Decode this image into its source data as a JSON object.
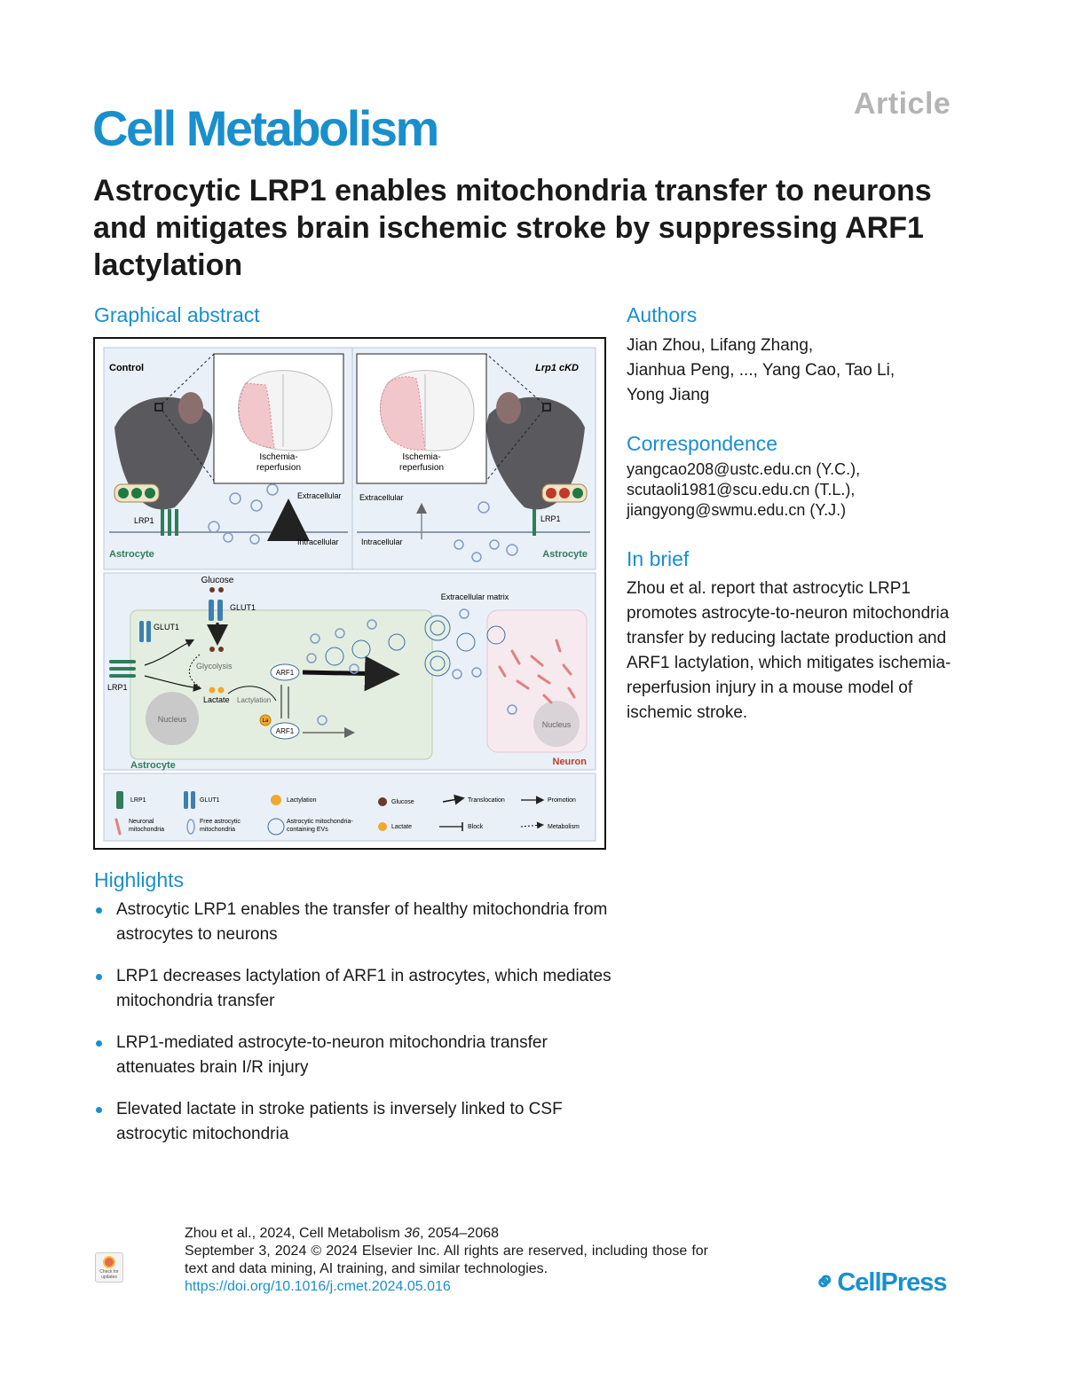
{
  "header": {
    "article_label": "Article",
    "journal": "Cell Metabolism",
    "title": "Astrocytic LRP1 enables mitochondria transfer to neurons and mitigates brain ischemic stroke by suppressing ARF1 lactylation"
  },
  "graphical_abstract": {
    "heading": "Graphical abstract",
    "control_label": "Control",
    "lrp1_ckd_label": "Lrp1 cKD",
    "ischemia_label_1": "Ischemia-",
    "ischemia_label_2": "reperfusion",
    "extracellular": "Extracellular",
    "intracellular": "Intracellular",
    "lrp1": "LRP1",
    "astrocyte": "Astrocyte",
    "glucose": "Glucose",
    "glut1": "GLUT1",
    "glycolysis": "Glycolysis",
    "lactate": "Lactate",
    "lactylation": "Lactylation",
    "arf1": "ARF1",
    "la": "La",
    "nucleus": "Nucleus",
    "extracellular_matrix": "Extracellular matrix",
    "neuron": "Neuron",
    "legend": {
      "lrp1": "LRP1",
      "glut1": "GLUT1",
      "lactylation": "Lactylation",
      "glucose": "Glucose",
      "translocation": "Translocation",
      "promotion": "Promotion",
      "neuronal_mito_1": "Neuronal",
      "neuronal_mito_2": "mitochondria",
      "free_mito_1": "Free astrocytic",
      "free_mito_2": "mitochondria",
      "evs_1": "Astrocytic mitochondria-",
      "evs_2": "containing EVs",
      "lactate": "Lactate",
      "block": "Block",
      "metabolism": "Metabolism"
    }
  },
  "authors": {
    "heading": "Authors",
    "line1": "Jian Zhou, Lifang Zhang,",
    "line2": "Jianhua Peng, ..., Yang Cao, Tao Li,",
    "line3": "Yong Jiang"
  },
  "correspondence": {
    "heading": "Correspondence",
    "email1": "yangcao208@ustc.edu.cn (Y.C.),",
    "email2": "scutaoli1981@scu.edu.cn (T.L.),",
    "email3": "jiangyong@swmu.edu.cn (Y.J.)"
  },
  "in_brief": {
    "heading": "In brief",
    "text": "Zhou et al. report that astrocytic LRP1 promotes astrocyte-to-neuron mitochondria transfer by reducing lactate production and ARF1 lactylation, which mitigates ischemia-reperfusion injury in a mouse model of ischemic stroke."
  },
  "highlights": {
    "heading": "Highlights",
    "items": [
      "Astrocytic LRP1 enables the transfer of healthy mitochondria from astrocytes to neurons",
      "LRP1 decreases lactylation of ARF1 in astrocytes, which mediates mitochondria transfer",
      "LRP1-mediated astrocyte-to-neuron mitochondria transfer attenuates brain I/R injury",
      "Elevated lactate in stroke patients is inversely linked to CSF astrocytic mitochondria"
    ]
  },
  "footer": {
    "citation_authors": "Zhou et al., 2024, Cell Metabolism ",
    "volume": "36",
    "pages": ", 2054–2068",
    "rights": "September 3, 2024 © 2024 Elsevier Inc. All rights are reserved, including those for text and data mining, AI training, and similar technologies.",
    "doi": "https://doi.org/10.1016/j.cmet.2024.05.016",
    "check_updates_1": "Check for",
    "check_updates_2": "updates",
    "publisher": "CellPress"
  },
  "colors": {
    "accent": "#1a8fce",
    "astrocyte_green": "#2e7d5b",
    "neuron_red": "#c0392b",
    "cell_fill": "#e4eee0",
    "neuron_fill": "#f7eaee",
    "panel_bg": "#eaf0f7"
  }
}
